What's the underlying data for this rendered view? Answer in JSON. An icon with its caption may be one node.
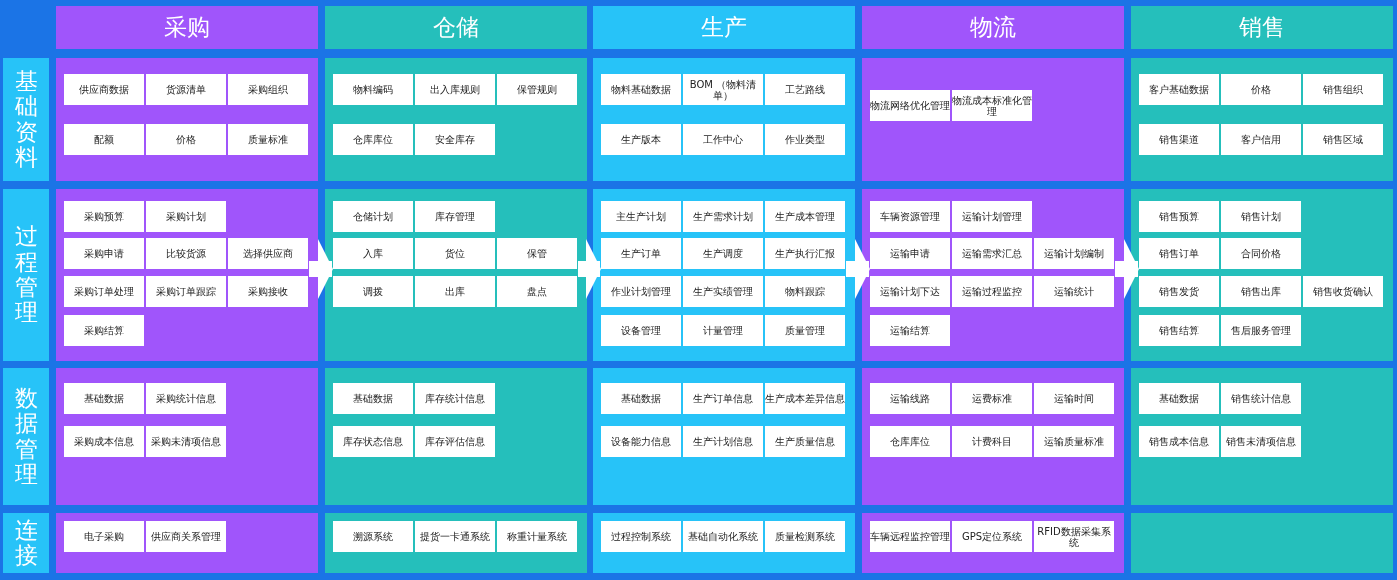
{
  "diagram": {
    "nodes": [
      {
        "text": [
          "采购"
        ]
      },
      {
        "text": [
          "仓储"
        ]
      },
      {
        "text": [
          "生产"
        ]
      },
      {
        "text": [
          "物流"
        ]
      },
      {
        "text": [
          "销售"
        ]
      },
      {
        "text": [
          "基础资料"
        ]
      },
      {
        "text": [],
        "shape": "box"
      },
      {
        "text": [
          "供应商数据"
        ],
        "in": 6
      },
      {
        "text": [
          "货源清单"
        ],
        "in": 6
      },
      {
        "text": [
          "采购组织"
        ],
        "in": 6
      },
      {
        "text": [
          "配额"
        ],
        "in": 6
      },
      {
        "text": [
          "价格"
        ],
        "in": 6
      },
      {
        "text": [
          "质量标准"
        ],
        "in": 6
      },
      {
        "text": [],
        "shape": "box"
      },
      {
        "text": [
          "物料编码"
        ],
        "in": 13
      },
      {
        "text": [
          "出入库规则"
        ],
        "in": 13
      },
      {
        "text": [
          "保管规则"
        ],
        "in": 13
      },
      {
        "text": [
          "仓库库位"
        ],
        "in": 13
      },
      {
        "text": [
          "安全库存"
        ],
        "in": 13
      },
      {
        "text": [],
        "shape": "box"
      },
      {
        "text": [
          "物料基础数据"
        ],
        "in": 19
      },
      {
        "text": [
          "BOM （物料清单）"
        ],
        "in": 19
      },
      {
        "text": [
          "工艺路线"
        ],
        "in": 19
      },
      {
        "text": [
          "生产版本"
        ],
        "in": 19
      },
      {
        "text": [
          "工作中心"
        ],
        "in": 19
      },
      {
        "text": [
          "作业类型"
        ],
        "in": 19
      },
      {
        "text": [],
        "shape": "box"
      },
      {
        "text": [
          "物流网络优化管理"
        ],
        "in": 26
      },
      {
        "text": [
          "物流成本标准化管理"
        ],
        "in": 26
      },
      {
        "text": [],
        "shape": "box"
      },
      {
        "text": [
          "客户基础数据"
        ],
        "in": 29
      },
      {
        "text": [
          "价格"
        ],
        "in": 29
      },
      {
        "text": [
          "销售组织"
        ],
        "in": 29
      },
      {
        "text": [
          "销售渠道"
        ],
        "in": 29
      },
      {
        "text": [
          "客户信用"
        ],
        "in": 29
      },
      {
        "text": [
          "销售区域"
        ],
        "in": 29
      },
      {
        "text": [
          "过程管理"
        ]
      },
      {
        "text": [],
        "shape": "box"
      },
      {
        "text": [
          "采购预算"
        ],
        "in": 37
      },
      {
        "text": [
          "采购计划"
        ],
        "in": 37
      },
      {
        "text": [
          "采购申请"
        ],
        "in": 37
      },
      {
        "text": [
          "比较货源"
        ],
        "in": 37
      },
      {
        "text": [
          "选择供应商"
        ],
        "in": 37
      },
      {
        "text": [
          "采购订单处理"
        ],
        "in": 37
      },
      {
        "text": [
          "采购订单跟踪"
        ],
        "in": 37
      },
      {
        "text": [
          "采购接收"
        ],
        "in": 37
      },
      {
        "text": [
          "采购结算"
        ],
        "in": 37
      },
      {
        "text": [],
        "shape": "box"
      },
      {
        "text": [
          "仓储计划"
        ],
        "in": 47
      },
      {
        "text": [
          "库存管理"
        ],
        "in": 47
      },
      {
        "text": [
          "入库"
        ],
        "in": 47
      },
      {
        "text": [
          "货位"
        ],
        "in": 47
      },
      {
        "text": [
          "保管"
        ],
        "in": 47
      },
      {
        "text": [
          "调拨"
        ],
        "in": 47
      },
      {
        "text": [
          "出库"
        ],
        "in": 47
      },
      {
        "text": [
          "盘点"
        ],
        "in": 47
      },
      {
        "text": [],
        "shape": "box"
      },
      {
        "text": [
          "主生产计划"
        ],
        "in": 56
      },
      {
        "text": [
          "生产需求计划"
        ],
        "in": 56
      },
      {
        "text": [
          "生产成本管理"
        ],
        "in": 56
      },
      {
        "text": [
          "生产订单"
        ],
        "in": 56
      },
      {
        "text": [
          "生产调度"
        ],
        "in": 56
      },
      {
        "text": [
          "生产执行汇报"
        ],
        "in": 56
      },
      {
        "text": [
          "作业计划管理"
        ],
        "in": 56
      },
      {
        "text": [
          "生产实绩管理"
        ],
        "in": 56
      },
      {
        "text": [
          "物料跟踪"
        ],
        "in": 56
      },
      {
        "text": [
          "设备管理"
        ],
        "in": 56
      },
      {
        "text": [
          "计量管理"
        ],
        "in": 56
      },
      {
        "text": [
          "质量管理"
        ],
        "in": 56
      },
      {
        "text": [],
        "shape": "box"
      },
      {
        "text": [
          "车辆资源管理"
        ],
        "in": 69
      },
      {
        "text": [
          "运输计划管理"
        ],
        "in": 69
      },
      {
        "text": [
          "运输申请"
        ],
        "in": 69
      },
      {
        "text": [
          "运输需求汇总"
        ],
        "in": 69
      },
      {
        "text": [
          "运输计划编制"
        ],
        "in": 69
      },
      {
        "text": [
          "运输计划下达"
        ],
        "in": 69
      },
      {
        "text": [
          "运输过程监控"
        ],
        "in": 69
      },
      {
        "text": [
          "运输统计"
        ],
        "in": 69
      },
      {
        "text": [
          "运输结算"
        ],
        "in": 69
      },
      {
        "text": [],
        "shape": "box"
      },
      {
        "text": [
          "销售预算"
        ],
        "in": 79
      },
      {
        "text": [
          "销售计划"
        ],
        "in": 79
      },
      {
        "text": [
          "销售订单"
        ],
        "in": 79
      },
      {
        "text": [
          "合同价格"
        ],
        "in": 79
      },
      {
        "text": [
          "销售发货"
        ],
        "in": 79
      },
      {
        "text": [
          "销售出库"
        ],
        "in": 79
      },
      {
        "text": [
          "销售收货确认"
        ],
        "in": 79
      },
      {
        "text": [
          "销售结算"
        ],
        "in": 79
      },
      {
        "text": [
          "售后服务管理"
        ],
        "in": 79
      },
      {
        "text": [
          "数据管理"
        ]
      },
      {
        "text": [],
        "shape": "box"
      },
      {
        "text": [
          "基础数据"
        ],
        "in": 90
      },
      {
        "text": [
          "采购统计信息"
        ],
        "in": 90
      },
      {
        "text": [
          "采购成本信息"
        ],
        "in": 90
      },
      {
        "text": [
          "采购未清项信息"
        ],
        "in": 90
      },
      {
        "text": [],
        "shape": "box"
      },
      {
        "text": [
          "基础数据"
        ],
        "in": 95
      },
      {
        "text": [
          "库存统计信息"
        ],
        "in": 95
      },
      {
        "text": [
          "库存状态信息"
        ],
        "in": 95
      },
      {
        "text": [
          "库存评估信息"
        ],
        "in": 95
      },
      {
        "text": [],
        "shape": "box"
      },
      {
        "text": [
          "基础数据"
        ],
        "in": 100
      },
      {
        "text": [
          "生产订单信息"
        ],
        "in": 100
      },
      {
        "text": [
          "生产成本差异信息"
        ],
        "in": 100
      },
      {
        "text": [
          "设备能力信息"
        ],
        "in": 100
      },
      {
        "text": [
          "生产计划信息"
        ],
        "in": 100
      },
      {
        "text": [
          "生产质量信息"
        ],
        "in": 100
      },
      {
        "text": [],
        "shape": "box"
      },
      {
        "text": [
          "运输线路"
        ],
        "in": 107
      },
      {
        "text": [
          "运费标准"
        ],
        "in": 107
      },
      {
        "text": [
          "运输时间"
        ],
        "in": 107
      },
      {
        "text": [
          "仓库库位"
        ],
        "in": 107
      },
      {
        "text": [
          "计费科目"
        ],
        "in": 107
      },
      {
        "text": [
          "运输质量标准"
        ],
        "in": 107
      },
      {
        "text": [],
        "shape": "box"
      },
      {
        "text": [
          "基础数据"
        ],
        "in": 114
      },
      {
        "text": [
          "销售统计信息"
        ],
        "in": 114
      },
      {
        "text": [
          "销售成本信息"
        ],
        "in": 114
      },
      {
        "text": [
          "销售未清项信息"
        ],
        "in": 114
      },
      {
        "text": [
          "连接"
        ]
      },
      {
        "text": [],
        "shape": "box"
      },
      {
        "text": [
          "电子采购"
        ],
        "in": 120
      },
      {
        "text": [
          "供应商关系管理"
        ],
        "in": 120
      },
      {
        "text": [],
        "shape": "box"
      },
      {
        "text": [
          "溯源系统"
        ],
        "in": 123
      },
      {
        "text": [
          "提货一卡通系统"
        ],
        "in": 123
      },
      {
        "text": [
          "称重计量系统"
        ],
        "in": 123
      },
      {
        "text": [],
        "shape": "box"
      },
      {
        "text": [
          "过程控制系统"
        ],
        "in": 127
      },
      {
        "text": [
          "基础自动化系统"
        ],
        "in": 127
      },
      {
        "text": [
          "质量检测系统"
        ],
        "in": 127
      },
      {
        "text": [],
        "shape": "box"
      },
      {
        "text": [
          "车辆远程监控管理"
        ],
        "in": 131
      },
      {
        "text": [
          "GPS定位系统"
        ],
        "in": 131
      },
      {
        "text": [
          "RFID数据采集系统"
        ],
        "in": 131
      },
      {
        "text": [],
        "shape": "box"
      }
    ],
    "edges": [
      {
        "from": 37,
        "to": 47,
        "arrow": "to"
      },
      {
        "from": 47,
        "to": 56,
        "arrow": "to"
      },
      {
        "from": 56,
        "to": 69,
        "arrow": "to"
      },
      {
        "from": 69,
        "to": 79,
        "arrow": "to"
      }
    ]
  }
}
